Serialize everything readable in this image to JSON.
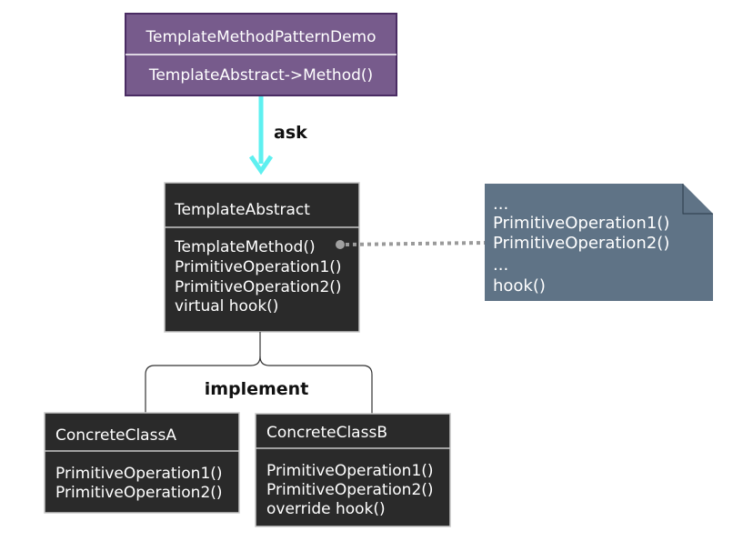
{
  "demo": {
    "title": "TemplateMethodPatternDemo",
    "method": "TemplateAbstract->Method()"
  },
  "ask_label": "ask",
  "abstract": {
    "title": "TemplateAbstract",
    "methods": [
      "TemplateMethod()",
      "PrimitiveOperation1()",
      "PrimitiveOperation2()",
      "virtual hook()"
    ]
  },
  "note": {
    "lines": [
      "...",
      "PrimitiveOperation1()",
      "PrimitiveOperation2()",
      "...",
      "hook()"
    ]
  },
  "implement_label": "implement",
  "concrete_a": {
    "title": "ConcreteClassA",
    "methods": [
      "PrimitiveOperation1()",
      "PrimitiveOperation2()"
    ]
  },
  "concrete_b": {
    "title": "ConcreteClassB",
    "methods": [
      "PrimitiveOperation1()",
      "PrimitiveOperation2()",
      "override hook()"
    ]
  },
  "colors": {
    "demo_fill": "#775b8c",
    "demo_stroke": "#4a2c63",
    "class_fill": "#2a2a2a",
    "class_stroke": "#c8c8c8",
    "arrow": "#5ef0f0",
    "note_fill": "#5f7386",
    "connector": "#9a9a9a",
    "line": "#333333"
  }
}
